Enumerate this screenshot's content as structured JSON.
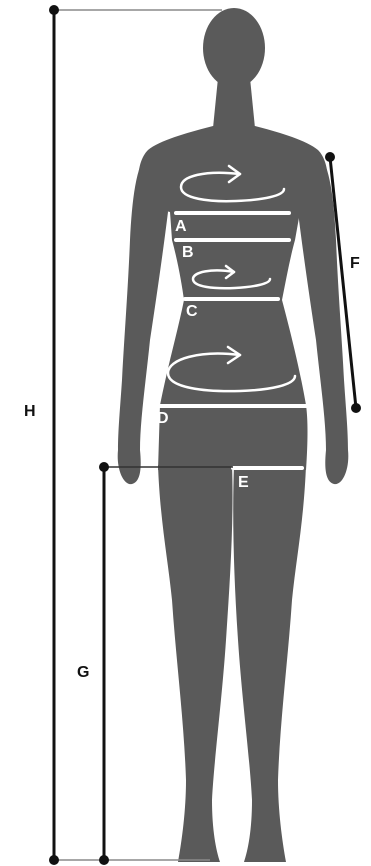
{
  "colors": {
    "silhouette": "#5a5a5a",
    "guide": "#111111",
    "measure_line": "#ffffff",
    "background": "#ffffff"
  },
  "labels": {
    "a": "A",
    "b": "B",
    "c": "C",
    "d": "D",
    "e": "E",
    "f": "F",
    "g": "G",
    "h": "H"
  }
}
